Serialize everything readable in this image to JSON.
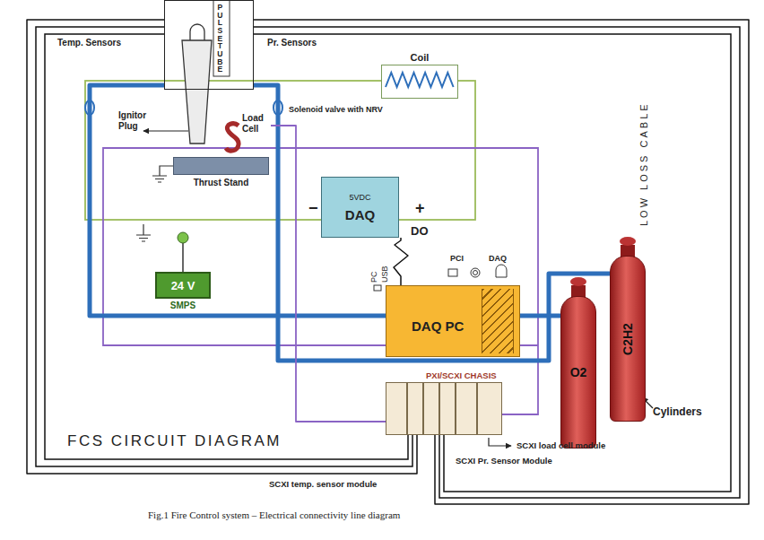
{
  "diagram": {
    "title": "FCS CIRCUIT DIAGRAM",
    "caption": "Fig.1 Fire Control system – Electrical connectivity line diagram",
    "nodes": [
      {
        "text": [
          "PULSE TUBE"
        ]
      },
      {
        "text": [
          "Coil"
        ]
      },
      {
        "text": [
          "Load Cell"
        ]
      },
      {
        "text": [
          "Thrust Stand"
        ]
      },
      {
        "text": [
          "5VDC",
          "DAQ"
        ]
      },
      {
        "text": [
          "24 V",
          "SMPS"
        ]
      },
      {
        "text": [
          "DAQ PC"
        ]
      },
      {
        "text": [
          "C2H2"
        ]
      },
      {
        "text": [
          "O2"
        ]
      },
      {
        "text": [
          "PXI/SCXI CHASIS"
        ]
      }
    ],
    "edges": [
      {
        "from": 8,
        "to": 0,
        "arrow": "none"
      },
      {
        "from": 7,
        "to": 0,
        "arrow": "none"
      },
      {
        "from": 6,
        "to": 4,
        "arrow": "none"
      },
      {
        "from": 0,
        "to": 9,
        "label": "Temp. Sensors",
        "arrow": "none"
      },
      {
        "from": 0,
        "to": 9,
        "label": "Pr. Sensors",
        "arrow": "none"
      },
      {
        "from": 2,
        "to": 9,
        "arrow": "none"
      }
    ],
    "labels": [
      "Ignitor Plug",
      "Solenoid valve with NRV",
      "−",
      "+",
      "DO",
      "PC",
      "USB",
      "PCI",
      "DAQ",
      "LOW LOSS CABLE",
      "Cylinders",
      "SCXI load cell module",
      "SCXI Pr. Sensor Module",
      "SCXI temp. sensor module"
    ]
  }
}
